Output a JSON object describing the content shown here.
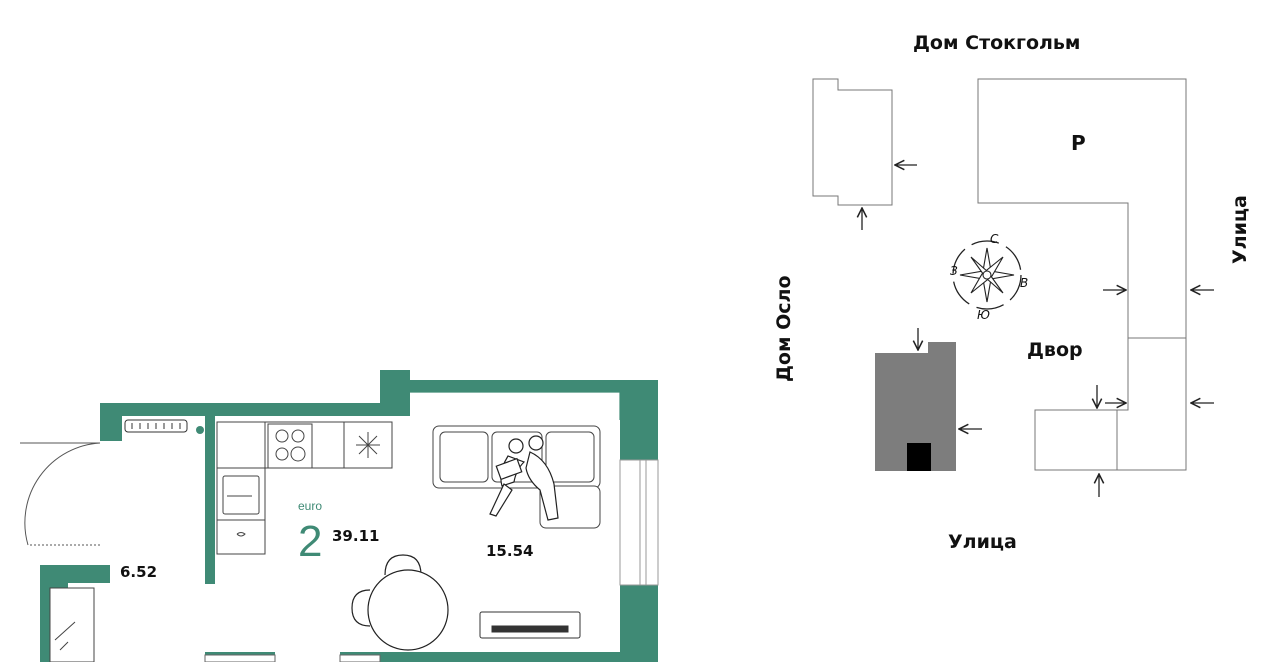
{
  "colors": {
    "wall": "#3f8a75",
    "building_dark": "#7d7d7d",
    "entrance_block": "#000000",
    "line": "#333333"
  },
  "plan": {
    "type_label": "euro",
    "rooms_count": "2",
    "total_area": "39.11",
    "living_area": "15.54",
    "hall_area": "6.52"
  },
  "site": {
    "house_north": "Дом Стокгольм",
    "house_west": "Дом Осло",
    "parking": "Р",
    "yard": "Двор",
    "street_east": "Улица",
    "street_south": "Улица",
    "compass": {
      "n": "С",
      "e": "В",
      "s": "Ю",
      "w": "З"
    }
  }
}
